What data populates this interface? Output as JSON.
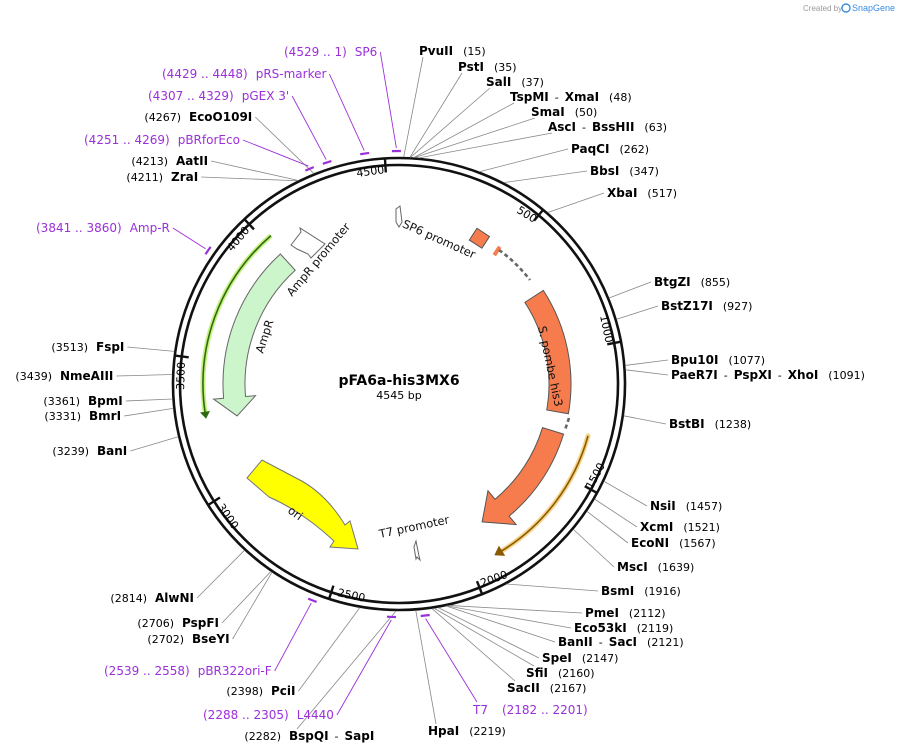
{
  "app": {
    "credit_prefix": "Created by",
    "credit_brand": "SnapGene",
    "brand_color": "#3b8de0"
  },
  "plasmid": {
    "name": "pFA6a-his3MX6",
    "size_label": "4545 bp",
    "length": 4545
  },
  "ticks": [
    "500",
    "1000",
    "1500",
    "2000",
    "2500",
    "3000",
    "3500",
    "4000",
    "4500"
  ],
  "enzymes": [
    {
      "name": "PvuII",
      "pos": "(15)"
    },
    {
      "name": "PstI",
      "pos": "(35)"
    },
    {
      "name": "SalI",
      "pos": "(37)"
    },
    {
      "name": "TspMI",
      "name2": "XmaI",
      "pos": "(48)"
    },
    {
      "name": "SmaI",
      "pos": "(50)"
    },
    {
      "name": "AscI",
      "name2": "BssHII",
      "pos": "(63)"
    },
    {
      "name": "PaqCI",
      "pos": "(262)"
    },
    {
      "name": "BbsI",
      "pos": "(347)"
    },
    {
      "name": "XbaI",
      "pos": "(517)"
    },
    {
      "name": "BtgZI",
      "pos": "(855)"
    },
    {
      "name": "BstZ17I",
      "pos": "(927)"
    },
    {
      "name": "Bpu10I",
      "pos": "(1077)"
    },
    {
      "name": "PaeR7I",
      "name2": "PspXI",
      "name3": "XhoI",
      "pos": "(1091)"
    },
    {
      "name": "BstBI",
      "pos": "(1238)"
    },
    {
      "name": "NsiI",
      "pos": "(1457)"
    },
    {
      "name": "XcmI",
      "pos": "(1521)"
    },
    {
      "name": "EcoNI",
      "pos": "(1567)"
    },
    {
      "name": "MscI",
      "pos": "(1639)"
    },
    {
      "name": "BsmI",
      "pos": "(1916)"
    },
    {
      "name": "PmeI",
      "pos": "(2112)"
    },
    {
      "name": "Eco53kI",
      "pos": "(2119)"
    },
    {
      "name": "BanII",
      "name2": "SacI",
      "pos": "(2121)"
    },
    {
      "name": "SpeI",
      "pos": "(2147)"
    },
    {
      "name": "SfiI",
      "pos": "(2160)"
    },
    {
      "name": "SacII",
      "pos": "(2167)"
    },
    {
      "name": "HpaI",
      "pos": "(2219)"
    },
    {
      "name": "BspQI",
      "name2": "SapI",
      "pos": "(2282)"
    },
    {
      "name": "PciI",
      "pos": "(2398)"
    },
    {
      "name": "BseYI",
      "pos": "(2702)"
    },
    {
      "name": "PspFI",
      "pos": "(2706)"
    },
    {
      "name": "AlwNI",
      "pos": "(2814)"
    },
    {
      "name": "BanI",
      "pos": "(3239)"
    },
    {
      "name": "BmrI",
      "pos": "(3331)"
    },
    {
      "name": "BpmI",
      "pos": "(3361)"
    },
    {
      "name": "NmeAIII",
      "pos": "(3439)"
    },
    {
      "name": "FspI",
      "pos": "(3513)"
    },
    {
      "name": "ZraI",
      "pos": "(4211)"
    },
    {
      "name": "AatII",
      "pos": "(4213)"
    },
    {
      "name": "EcoO109I",
      "pos": "(4267)"
    }
  ],
  "primers": [
    {
      "name": "SP6",
      "range": "(4529 .. 1)"
    },
    {
      "name": "pRS-marker",
      "range": "(4429 .. 4448)"
    },
    {
      "name": "pGEX 3'",
      "range": "(4307 .. 4329)"
    },
    {
      "name": "pBRforEco",
      "range": "(4251 .. 4269)"
    },
    {
      "name": "Amp-R",
      "range": "(3841 .. 3860)"
    },
    {
      "name": "pBR322ori-F",
      "range": "(2539 .. 2558)"
    },
    {
      "name": "L4440",
      "range": "(2288 .. 2305)"
    },
    {
      "name": "T7",
      "range": "(2182 .. 2201)"
    }
  ],
  "features": {
    "sp6_promoter": "SP6 promoter",
    "spombe_his3": "S. pombe his3",
    "t7_promoter": "T7 promoter",
    "ori": "ori",
    "ampr": "AmpR",
    "ampr_promoter": "AmpR promoter"
  },
  "colors": {
    "his3": "#f77c4d",
    "ampr": "#ccf5cc",
    "ori": "#ffff00",
    "primer": "#9b30d9",
    "orf_line": "#2d6b12",
    "orf_glow": "#c8f080",
    "orf2_line": "#8a5a00",
    "orf2_glow": "#f5d48c"
  }
}
